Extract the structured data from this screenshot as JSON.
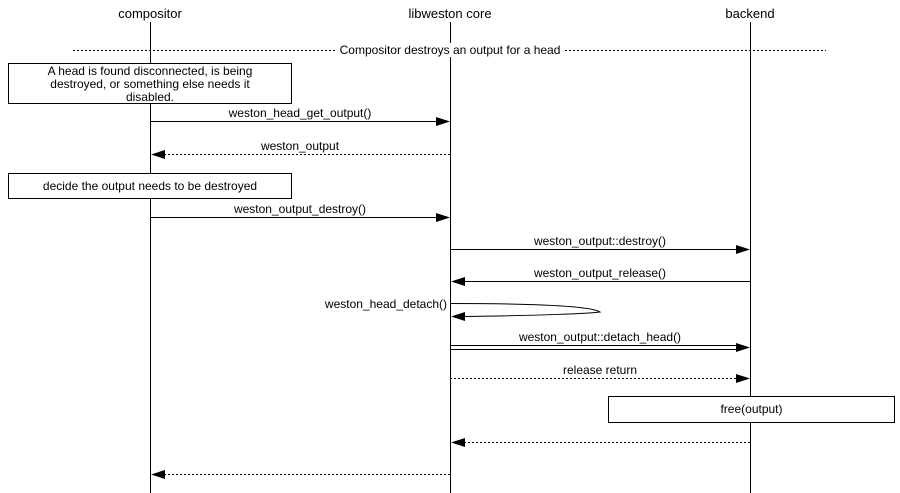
{
  "participants": [
    {
      "name": "compositor"
    },
    {
      "name": "libweston core"
    },
    {
      "name": "backend"
    }
  ],
  "divider": {
    "label": "Compositor destroys an output for a head"
  },
  "notes": {
    "disconnect": {
      "line1": "A head is found disconnected, is being",
      "line2": "destroyed, or something else needs it",
      "line3": "disabled."
    },
    "decide": {
      "text": "decide the output needs to be destroyed"
    },
    "free": {
      "text": "free(output)"
    }
  },
  "messages": [
    {
      "label": "weston_head_get_output()",
      "from": "compositor",
      "to": "libweston core",
      "line": "solid"
    },
    {
      "label": "weston_output",
      "from": "libweston core",
      "to": "compositor",
      "line": "dotted"
    },
    {
      "label": "weston_output_destroy()",
      "from": "compositor",
      "to": "libweston core",
      "line": "solid"
    },
    {
      "label": "weston_output::destroy()",
      "from": "libweston core",
      "to": "backend",
      "line": "solid"
    },
    {
      "label": "weston_output_release()",
      "from": "backend",
      "to": "libweston core",
      "line": "solid"
    },
    {
      "label": "weston_head_detach()",
      "from": "libweston core",
      "to": "libweston core",
      "line": "self"
    },
    {
      "label": "weston_output::detach_head()",
      "from": "libweston core",
      "to": "backend",
      "line": "double"
    },
    {
      "label": "release return",
      "from": "libweston core",
      "to": "backend",
      "line": "dotted"
    },
    {
      "label": "",
      "from": "backend",
      "to": "libweston core",
      "line": "dotted"
    },
    {
      "label": "",
      "from": "libweston core",
      "to": "compositor",
      "line": "dotted"
    }
  ],
  "colors": {
    "ink": "#000000",
    "background": "#ffffff"
  }
}
